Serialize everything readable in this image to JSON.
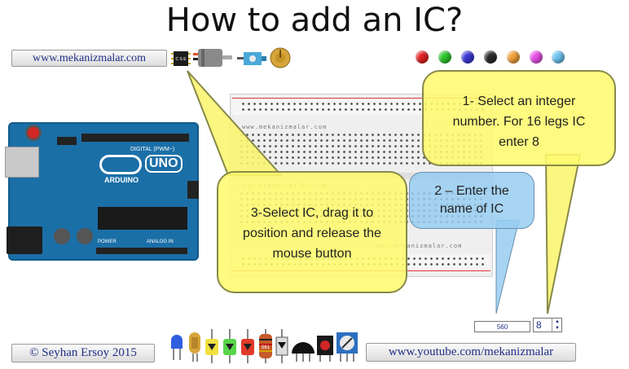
{
  "title": "How to add an IC?",
  "links": {
    "top_left": "www.mekanizmalar.com",
    "bottom_left": "© Seyhan Ersoy 2015",
    "bottom_right": "www.youtube.com/mekanizmalar"
  },
  "breadboard": {
    "watermark": "www.mekanizmalar.com"
  },
  "arduino": {
    "brand": "ARDUINO",
    "model": "UNO",
    "digital_label": "DIGITAL (PWM~)",
    "power_label": "POWER",
    "analog_label": "ANALOG IN"
  },
  "toolbar_top": {
    "ic_chip_label": "C S E",
    "color_swatches": [
      "#e52222",
      "#2ec82e",
      "#3a3ad6",
      "#2a2a2a",
      "#f4a23c",
      "#e84ee8",
      "#6fc4f2"
    ]
  },
  "callouts": {
    "step1": "1- Select an integer number. For 16 legs IC enter 8",
    "step2": "2 – Enter the name of IC",
    "step3": "3-Select IC, drag it to position and release the mouse button"
  },
  "ic_name_input": {
    "value": "560"
  },
  "ic_pin_stepper": {
    "value": "8"
  },
  "components_bottom": {
    "resistor_label": "561"
  }
}
